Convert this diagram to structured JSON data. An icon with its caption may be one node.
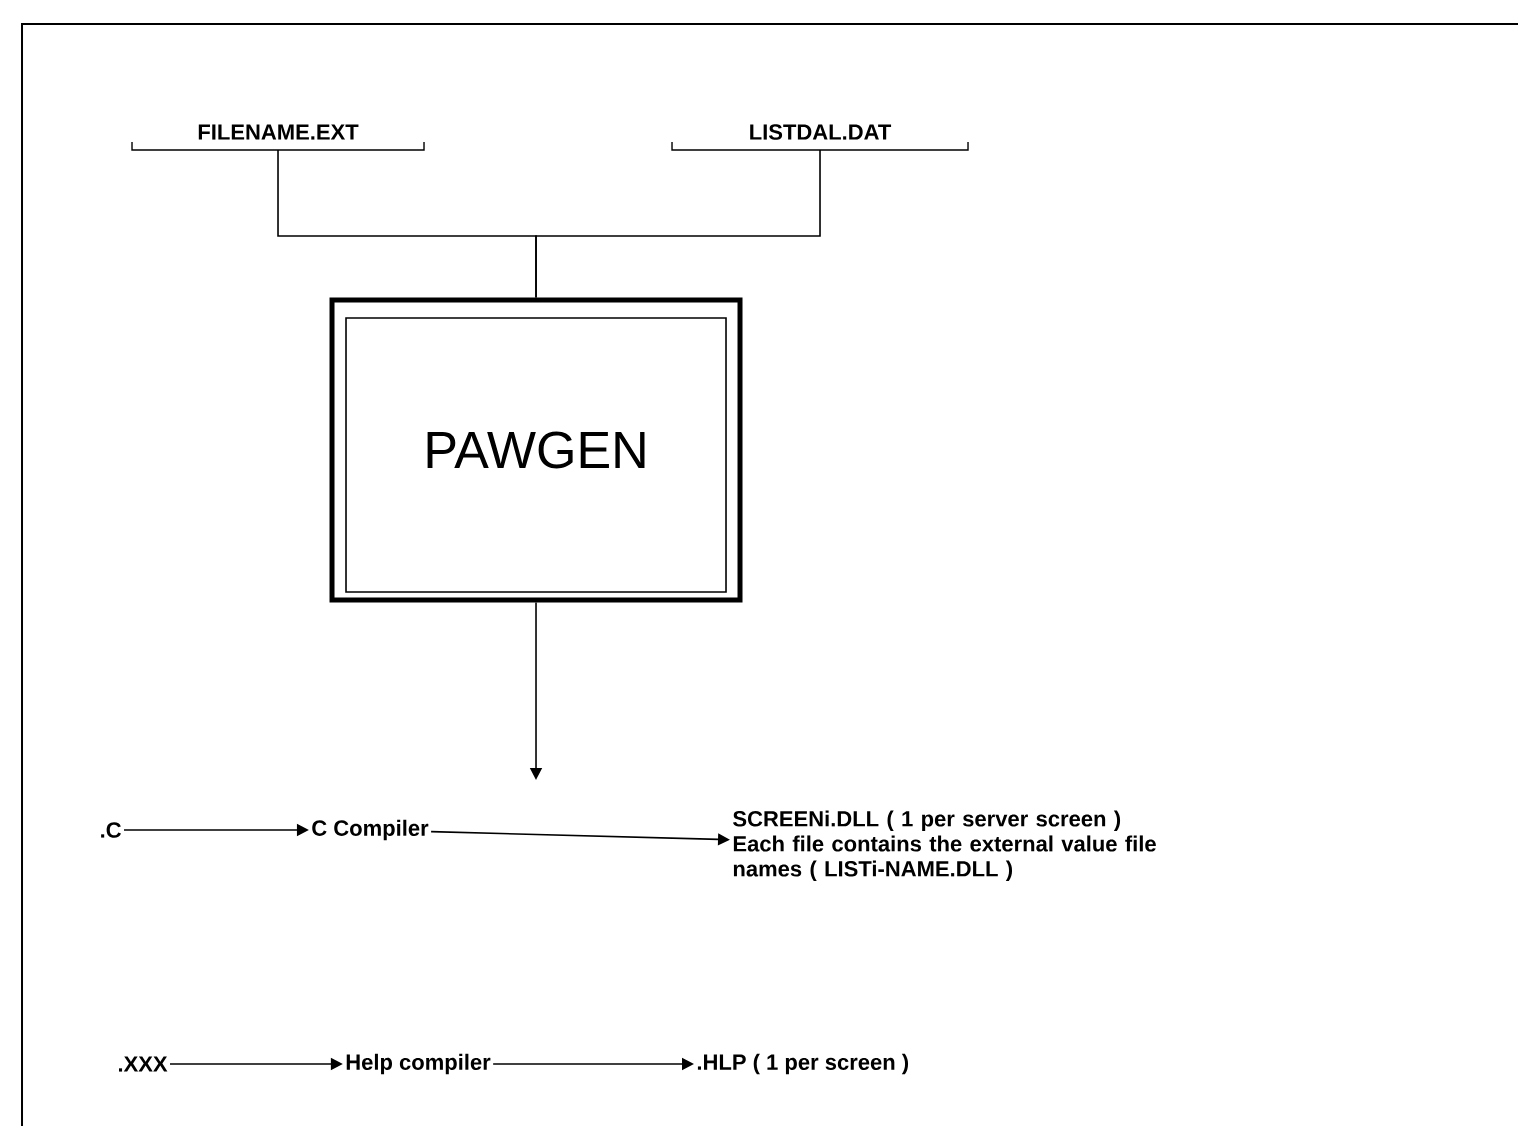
{
  "diagram": {
    "nodes": [
      {
        "text": [
          "FILENAME.EXT"
        ]
      },
      {
        "text": [
          "LISTDAL.DAT"
        ]
      },
      {
        "text": [
          "PAWGEN"
        ]
      },
      {
        "text": [
          ".C"
        ]
      },
      {
        "text": [
          "C Compiler"
        ]
      },
      {
        "text": [
          "SCREENi.DLL ( 1 per server screen )",
          "Each file contains the external value file names ( LISTi-NAME.DLL )"
        ]
      },
      {
        "text": [
          ".XXX"
        ]
      },
      {
        "text": [
          "Help compiler"
        ]
      },
      {
        "text": [
          ".HLP  ( 1 per screen )"
        ]
      }
    ],
    "edges": [
      {
        "from": 0,
        "to": 2,
        "arrow": "none"
      },
      {
        "from": 1,
        "to": 2,
        "arrow": "none"
      },
      {
        "from": 2,
        "to": null,
        "arrow": "to"
      },
      {
        "from": 3,
        "to": 4,
        "arrow": "to"
      },
      {
        "from": 4,
        "to": 5,
        "arrow": "to"
      },
      {
        "from": 6,
        "to": 7,
        "arrow": "to"
      },
      {
        "from": 7,
        "to": 8,
        "arrow": "to"
      }
    ]
  }
}
